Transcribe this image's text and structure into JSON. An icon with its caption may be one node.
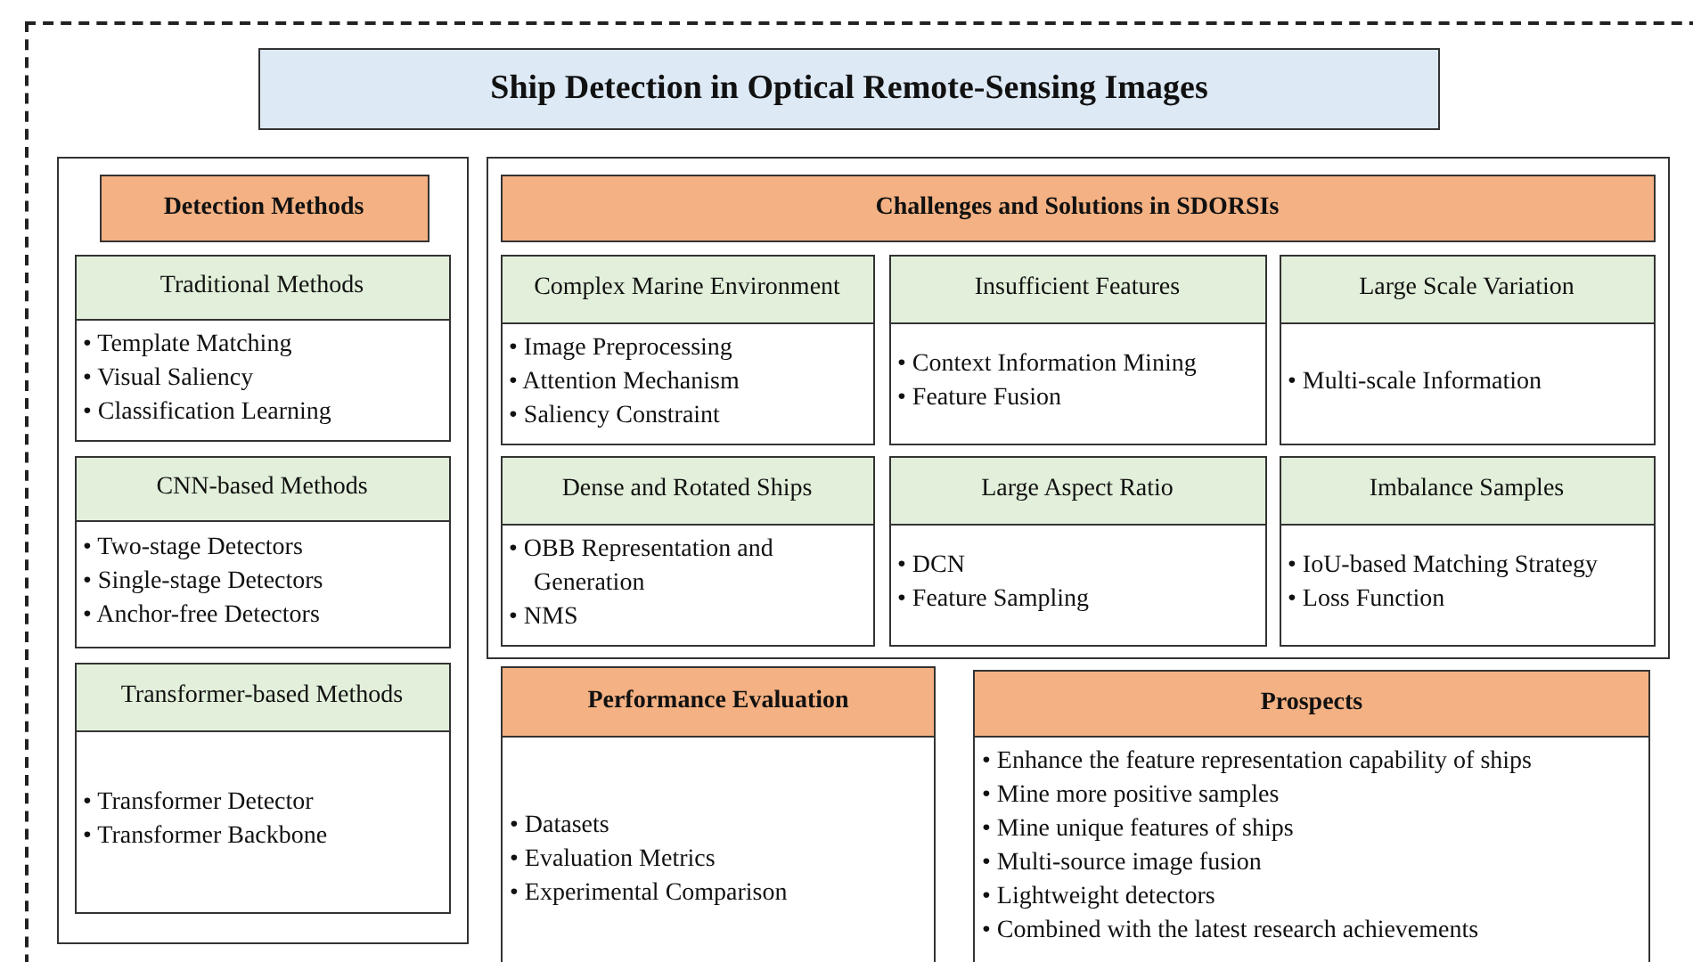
{
  "diagram": {
    "nodes": [
      {
        "text": [
          "Ship Detection in Optical Remote-Sensing Images"
        ]
      },
      {
        "text": [],
        "shape": "box"
      },
      {
        "text": [
          "Detection Methods"
        ],
        "in": 1
      },
      {
        "text": [
          "Traditional Methods",
          "• Template Matching",
          "• Visual Saliency",
          "• Classification Learning"
        ],
        "in": 1
      },
      {
        "text": [
          "CNN-based Methods",
          "• Two-stage Detectors",
          "• Single-stage Detectors",
          "• Anchor-free Detectors"
        ],
        "in": 1
      },
      {
        "text": [
          "Transformer-based Methods",
          "• Transformer Detector",
          "• Transformer Backbone"
        ],
        "in": 1
      },
      {
        "text": [],
        "shape": "box"
      },
      {
        "text": [
          "Challenges and Solutions in SDORSIs"
        ],
        "in": 6
      },
      {
        "text": [
          "Complex Marine Environment",
          "• Image Preprocessing",
          "• Attention Mechanism",
          "• Saliency Constraint"
        ],
        "in": 6
      },
      {
        "text": [
          "Insufficient Features",
          "• Context Information Mining",
          "• Feature Fusion"
        ],
        "in": 6
      },
      {
        "text": [
          "Large Scale Variation",
          "• Multi-scale Information"
        ],
        "in": 6
      },
      {
        "text": [
          "Dense and Rotated Ships",
          "• OBB Representation and Generation",
          "• NMS"
        ],
        "in": 6
      },
      {
        "text": [
          "Large Aspect Ratio",
          "• DCN",
          "• Feature Sampling"
        ],
        "in": 6
      },
      {
        "text": [
          "Imbalance Samples",
          "• IoU-based Matching Strategy",
          "• Loss Function"
        ],
        "in": 6
      },
      {
        "text": [
          "Performance Evaluation",
          "• Datasets",
          "• Evaluation Metrics",
          "• Experimental Comparison"
        ]
      },
      {
        "text": [
          "Prospects",
          "• Enhance the feature representation capability of ships",
          "• Mine more positive samples",
          "• Mine unique features of ships",
          "• Multi-source image fusion",
          "• Lightweight detectors",
          "• Combined with the latest research achievements"
        ]
      }
    ]
  }
}
